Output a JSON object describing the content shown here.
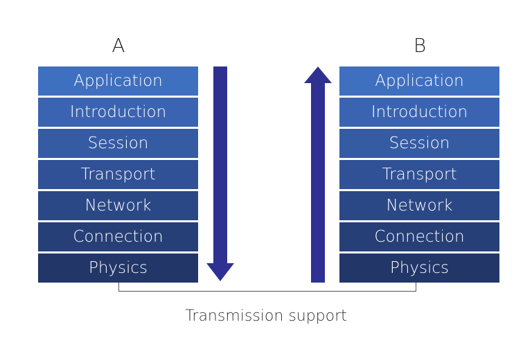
{
  "stacks": [
    {
      "title": "A",
      "layers": [
        "Application",
        "Introduction",
        "Session",
        "Transport",
        "Network",
        "Connection",
        "Physics"
      ]
    },
    {
      "title": "B",
      "layers": [
        "Application",
        "Introduction",
        "Session",
        "Transport",
        "Network",
        "Connection",
        "Physics"
      ]
    }
  ],
  "bottom_label": "Transmission support",
  "colors": {
    "layer_gradient": [
      "#3f6fbf",
      "#3a64b1",
      "#355ba3",
      "#305195",
      "#2b4886",
      "#273f77",
      "#223668"
    ],
    "arrow": "#2e3192"
  }
}
